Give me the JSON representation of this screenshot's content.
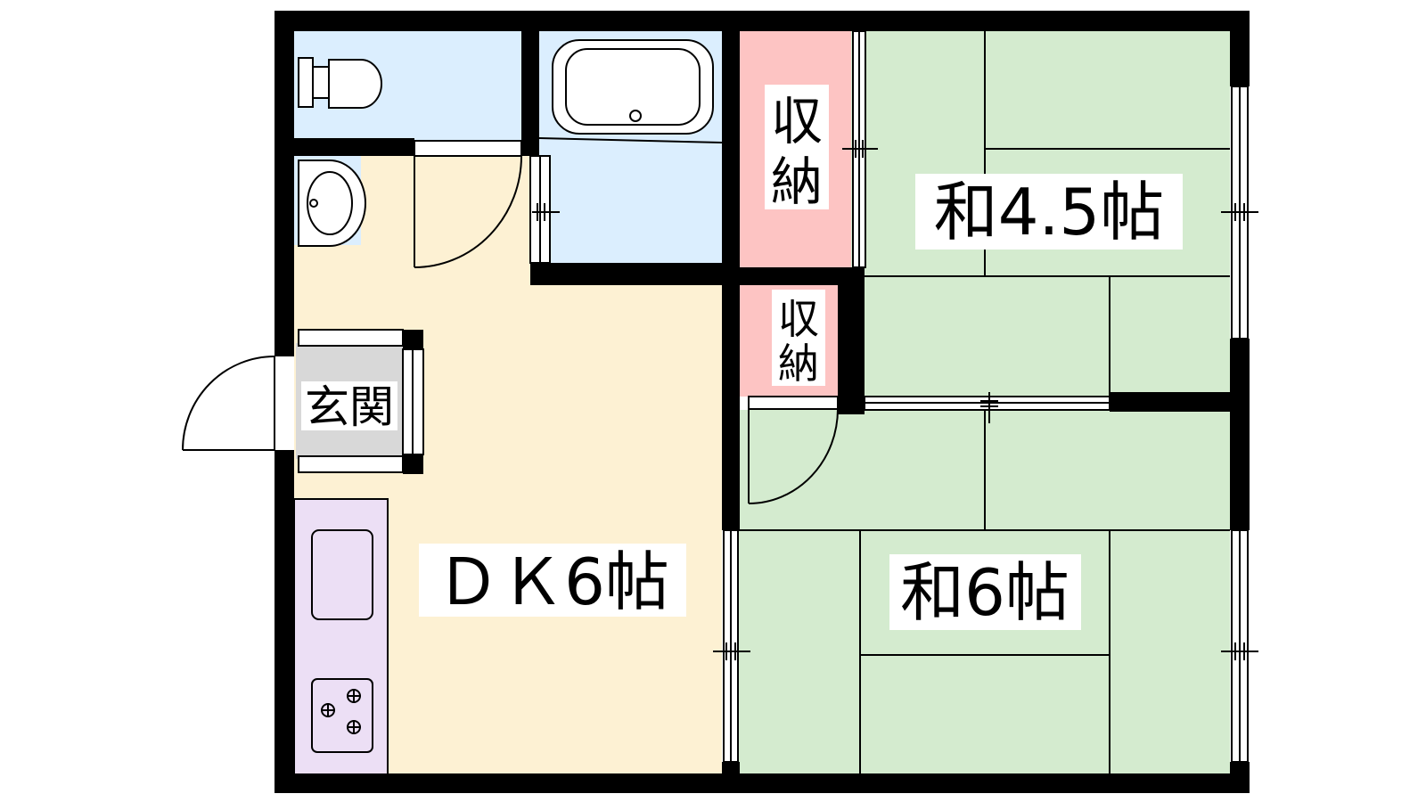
{
  "rooms": {
    "dk": {
      "label": "ＤＫ6帖"
    },
    "washitsu_small": {
      "label": "和4.5帖"
    },
    "washitsu_large": {
      "label": "和6帖"
    },
    "storage_upper": {
      "label_top": "収",
      "label_bottom": "納"
    },
    "storage_lower": {
      "label_top": "収",
      "label_bottom": "納"
    },
    "entrance": {
      "label": "玄関"
    }
  },
  "colors": {
    "dk_floor": "#fdf1d3",
    "wet_area": "#dbeefe",
    "tatami": "#d4ebcf",
    "storage": "#fdc4c3",
    "kitchen": "#ecdff5",
    "entrance_floor": "#d8d8d8",
    "wall": "#000000"
  }
}
